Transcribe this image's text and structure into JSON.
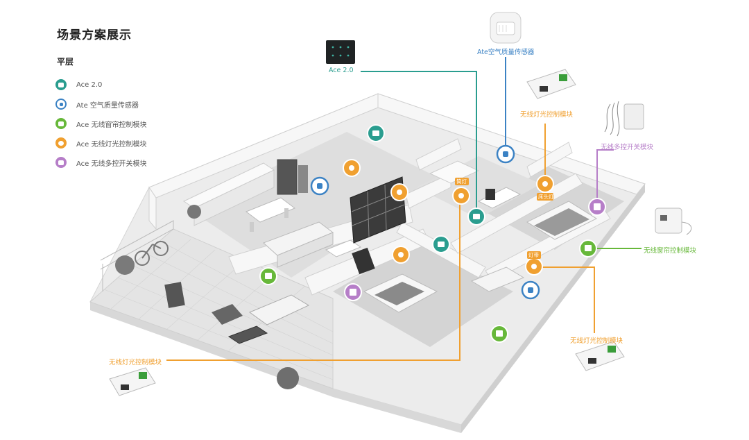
{
  "header": {
    "title": "场景方案展示",
    "subtitle": "平层"
  },
  "colors": {
    "teal": "#2a9d8f",
    "blue": "#3b82c4",
    "green": "#67b83a",
    "orange": "#f0a030",
    "purple": "#b67ec8"
  },
  "legend": [
    {
      "icon": "ace-panel-icon",
      "label": "Ace 2.0",
      "color": "#2a9d8f"
    },
    {
      "icon": "air-sensor-icon",
      "label": "Ate 空气质量传感器",
      "color": "#3b82c4"
    },
    {
      "icon": "curtain-module-icon",
      "label": "Ace 无线窗帘控制模块",
      "color": "#67b83a"
    },
    {
      "icon": "light-module-icon",
      "label": "Ace 无线灯光控制模块",
      "color": "#f0a030"
    },
    {
      "icon": "switch-module-icon",
      "label": "Ace 无线多控开关模块",
      "color": "#b67ec8"
    }
  ],
  "callouts": {
    "ace_panel": "Ace 2.0",
    "air_sensor": "Ate空气质量传感器",
    "light_module_top": "无线灯光控制模块",
    "switch_module": "无线多控开关模块",
    "curtain_module": "无线窗帘控制模块",
    "light_module_right": "无线灯光控制模块",
    "light_module_left": "无线灯光控制模块"
  },
  "room_tags": {
    "hallway_light": "筒灯",
    "bedside_light": "床头灯",
    "strip_light": "灯带"
  }
}
